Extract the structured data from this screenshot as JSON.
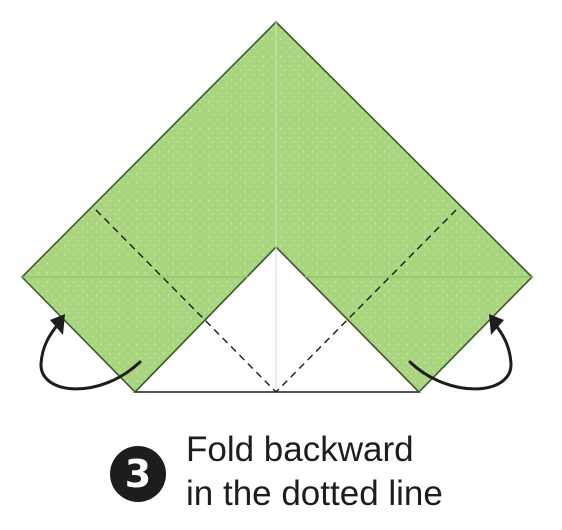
{
  "colors": {
    "paper_green": "#a8d57e",
    "paper_edge": "#3e5a2a",
    "crease": "#8fc36a",
    "center_line": "#dcdcdc",
    "outline": "#1d1d1d",
    "badge": "#1d1d1d"
  },
  "icons": {
    "left_arrow": "fold-back-arrow-icon",
    "right_arrow": "fold-back-arrow-icon"
  },
  "step": {
    "number": "3",
    "line1": "Fold backward",
    "line2": "in the dotted line"
  }
}
